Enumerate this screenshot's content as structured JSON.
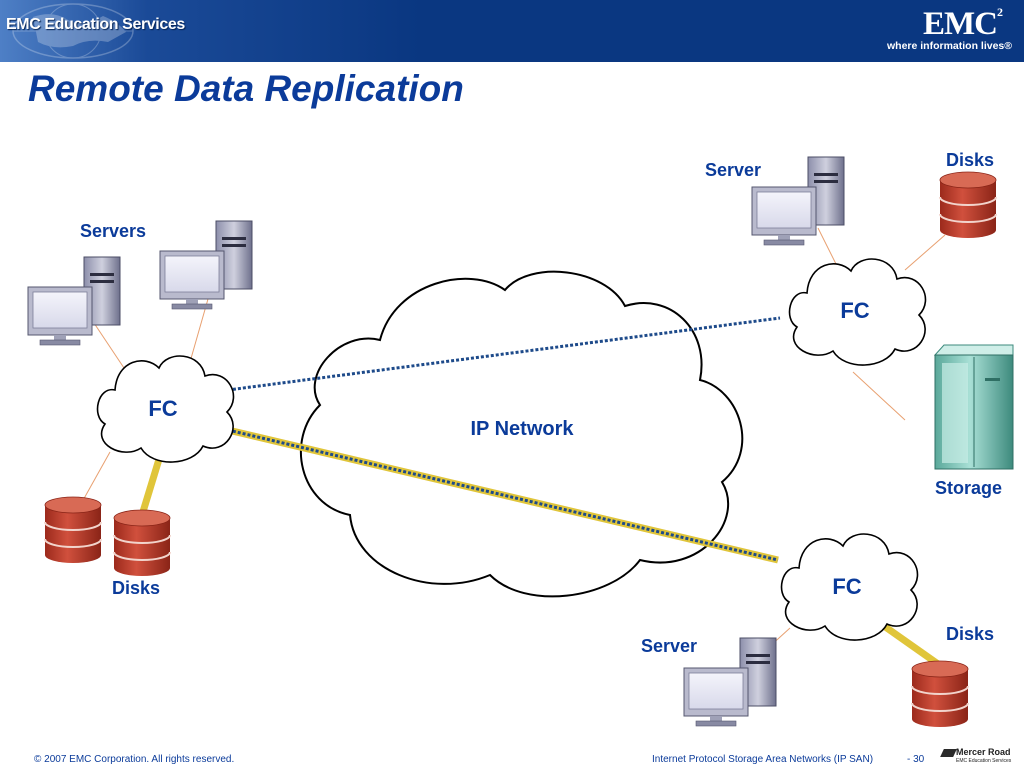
{
  "header": {
    "edu_logo_text": "EMC Education Services",
    "brand_logo": "EMC",
    "brand_superscript": "2",
    "tagline": "where information lives®"
  },
  "title": "Remote Data Replication",
  "diagram": {
    "left_site": {
      "servers_label": "Servers",
      "fc_label": "FC",
      "disks_label": "Disks"
    },
    "center": {
      "network_label": "IP Network"
    },
    "top_right_site": {
      "server_label": "Server",
      "fc_label": "FC",
      "disks_label": "Disks",
      "storage_label": "Storage"
    },
    "bottom_right_site": {
      "server_label": "Server",
      "fc_label": "FC",
      "disks_label": "Disks"
    }
  },
  "footer": {
    "copyright": "© 2007 EMC Corporation. All rights reserved.",
    "course": "Internet Protocol Storage Area Networks (IP SAN)",
    "page_number": "- 30",
    "partner_logo": "Mercer Road",
    "partner_sub": "EMC Education Services"
  },
  "colors": {
    "banner": "#0a3781",
    "title": "#0b3b9a",
    "disk": "#c0392b",
    "fibre": "#e0c53a",
    "dotted_link": "#1d4a8a"
  }
}
